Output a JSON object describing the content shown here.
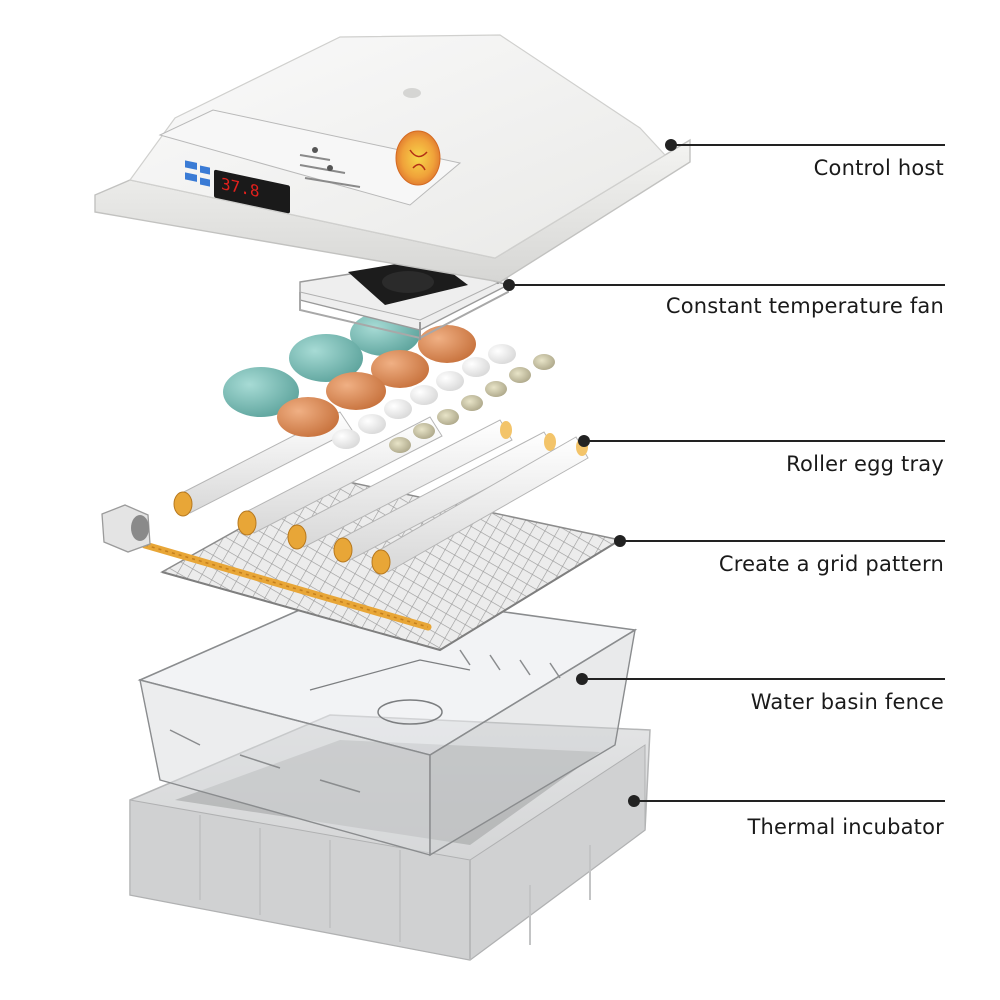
{
  "labels": {
    "control_host": "Control host",
    "fan": "Constant temperature fan",
    "roller_tray": "Roller egg tray",
    "grid": "Create a grid pattern",
    "water_basin": "Water basin fence",
    "incubator": "Thermal incubator"
  },
  "colors": {
    "shell": "#f2f2f0",
    "display_red": "#e0201c",
    "accent_orange": "#e8a637",
    "egg_teal": "#74b9b2",
    "egg_brown": "#d98a57",
    "foam_gray": "#d9dadb",
    "leader_line": "#222222"
  },
  "display_reading": "37.8"
}
